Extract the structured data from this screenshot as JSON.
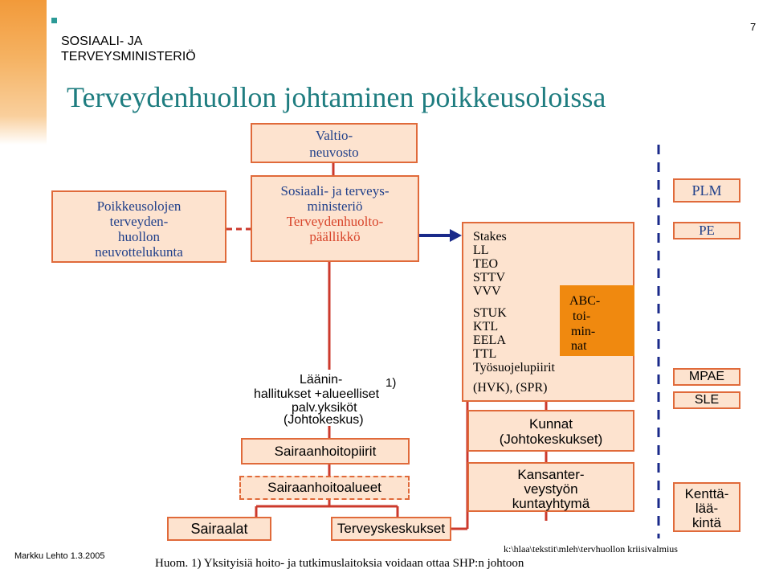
{
  "header": {
    "ministry_line1": "SOSIAALI- JA",
    "ministry_line2": "TERVEYSMINISTERIÖ",
    "page_number": "7"
  },
  "title": "Terveydenhuollon johtaminen poikkeusoloissa",
  "boxes": {
    "valtioneuvosto": {
      "line1": "Valtio-",
      "line2": "neuvosto"
    },
    "poikkeusolojen": {
      "line1": "Poikkeusolojen",
      "line2": "terveyden-",
      "line3": "huollon",
      "line4": "neuvottelukunta"
    },
    "stm": {
      "line1": "Sosiaali- ja terveys-",
      "line2": "ministeriö",
      "line3": "Terveydenhuolto-",
      "line4": "päällikkö"
    },
    "laaninhallitukset": {
      "line1": "Läänin-",
      "footnote": "1)",
      "line2": "hallitukset +alueelliset",
      "line3": "palv.yksiköt",
      "line4": "(Johtokeskus)"
    },
    "sairaanhoitopiirit": "Sairaanhoitopiirit",
    "sairaanhoitoalueet": "Sairaanhoitoalueet",
    "sairaalat": "Sairaalat",
    "terveyskeskukset": "Terveyskeskukset",
    "agencies": {
      "items": [
        "Stakes",
        "LL",
        "TEO",
        "STTV",
        "VVV",
        "",
        "STUK",
        "KTL",
        "EELA",
        "TTL",
        "Työsuojelupiirit",
        "",
        "(HVK), (SPR)"
      ]
    },
    "abc": {
      "line1": "ABC-",
      "line2": "toi-",
      "line3": "min-",
      "line4": "nat"
    },
    "kunnat": {
      "line1": "Kunnat",
      "line2": "(Johtokeskukset)"
    },
    "kansanterveystyon": {
      "line1": "Kansanter-",
      "line2": "veystyön",
      "line3": "kuntayhtymä"
    },
    "plm": "PLM",
    "pe": "PE",
    "mpae": "MPAE",
    "sle": "SLE",
    "kenttalaakinta": {
      "line1": "Kenttä-",
      "line2": "lää-",
      "line3": "kintä"
    }
  },
  "footer": {
    "author": "Markku Lehto 1.3.2005",
    "filepath": "k:\\hlaa\\tekstit\\mleh\\tervhuollon kriisivalmius",
    "note": "Huom. 1) Yksityisiä hoito- ja tutkimuslaitoksia voidaan ottaa SHP:n johtoon"
  },
  "colors": {
    "box_fill": "#fde3cf",
    "box_border": "#e06a3a",
    "line": "#cc3a2c",
    "title": "#1f7d80",
    "accent_orange": "#f0890f",
    "dash_blue": "#1a2a8a",
    "bullet": "#2b9a97"
  }
}
